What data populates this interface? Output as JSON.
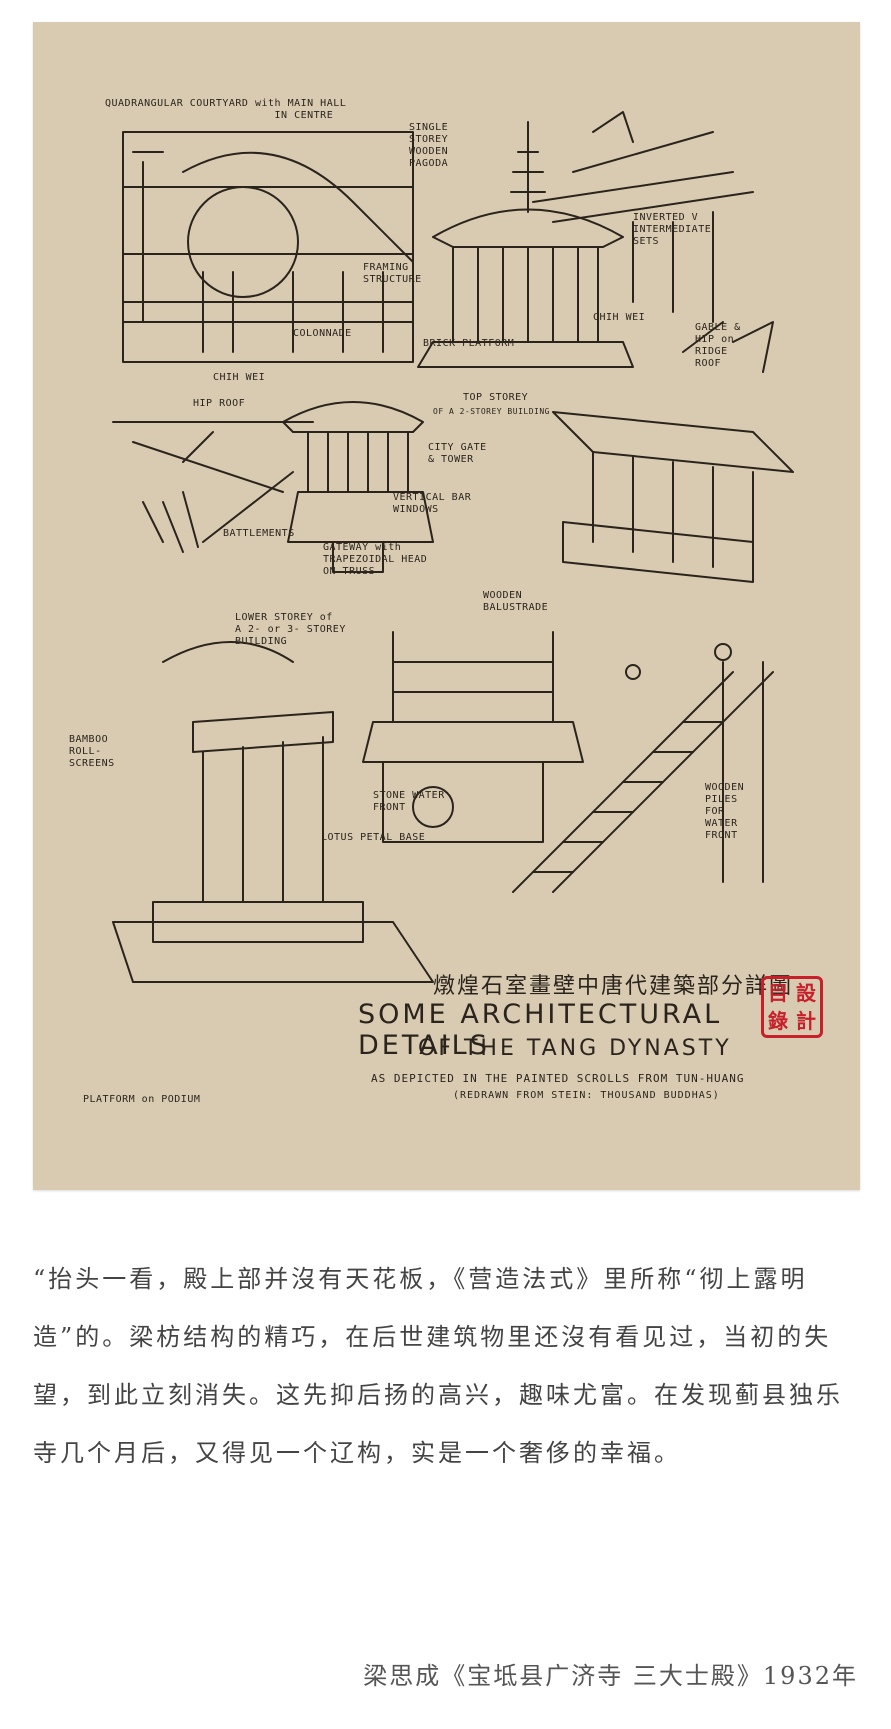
{
  "illustration": {
    "labels": {
      "courtyard": "QUADRANGULAR COURTYARD with MAIN HALL\n                          IN CENTRE",
      "pagoda": "SINGLE\nSTOREY\nWOODEN\nPAGODA",
      "inverted_v": "INVERTED V\nINTERMEDIATE\nSETS",
      "framing": "FRAMING\nSTRUCTURE",
      "colonnade": "COLONNADE",
      "brick_platform": "BRICK PLATFORM",
      "chih_wei_1": "CHIH WEI",
      "gable": "GABLE &\nHIP on\nRIDGE\nROOF",
      "chih_wei_2": "CHIH WEI",
      "hip_roof": "HIP ROOF",
      "top_storey": "TOP STOREY",
      "top_storey_sub": "OF A 2-STOREY BUILDING",
      "city_gate": "CITY GATE\n& TOWER",
      "vertical_bar": "VERTICAL BAR\nWINDOWS",
      "battlements": "BATTLEMENTS",
      "gateway": "GATEWAY with\nTRAPEZOIDAL HEAD\nON TRUSS",
      "balustrade": "WOODEN\nBALUSTRADE",
      "lower_storey": "LOWER STOREY of\nA 2- or 3- STOREY\nBUILDING",
      "bamboo": "BAMBOO\nROLL-\nSCREENS",
      "stone_water": "STONE WATER\nFRONT",
      "lotus": "LOTUS PETAL BASE",
      "wooden_piles": "WOODEN\nPILES\nFOR\nWATER\nFRONT",
      "platform": "PLATFORM on PODIUM"
    },
    "title_cn": "燉煌石室畫壁中唐代建築部分詳圖",
    "title_en_1": "SOME ARCHITECTURAL DETAILS",
    "title_en_2": "OF THE TANG DYNASTY",
    "subtitle_1": "AS DEPICTED IN THE PAINTED SCROLLS FROM TUN-HUANG",
    "subtitle_2": "(REDRAWN FROM STEIN: THOUSAND BUDDHAS)",
    "seal_chars": [
      "設",
      "計",
      "目",
      "錄"
    ]
  },
  "paragraph": "“抬头一看，殿上部并沒有天花板，《营造法式》里所称“彻上露明造”的。梁枋结构的精巧，在后世建筑物里还沒有看见过，当初的失望，到此立刻消失。这先抑后扬的高兴，趣味尤富。在发现蓟县独乐寺几个月后，又得见一个辽构，实是一个奢侈的幸福。",
  "caption": "梁思成《宝坻县广济寺 三大士殿》1932年",
  "colors": {
    "paper": "#d9cbb2",
    "ink": "#2b241c",
    "seal": "#c7202a"
  }
}
